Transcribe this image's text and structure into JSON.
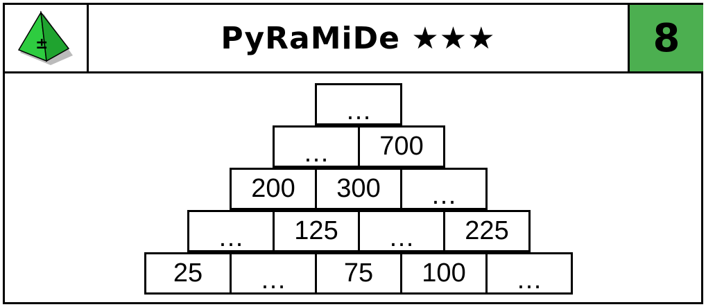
{
  "header": {
    "logo_icon": "green-pyramid-plus-minus-icon",
    "logo_symbol": "±",
    "title": "PyRaMiDe ★★★",
    "number": "8",
    "number_bg": "#4caf50"
  },
  "pyramid": {
    "rows": [
      [
        "…"
      ],
      [
        "…",
        "700"
      ],
      [
        "200",
        "300",
        "…"
      ],
      [
        "…",
        "125",
        "…",
        "225"
      ],
      [
        "25",
        "…",
        "75",
        "100",
        "…"
      ]
    ]
  }
}
